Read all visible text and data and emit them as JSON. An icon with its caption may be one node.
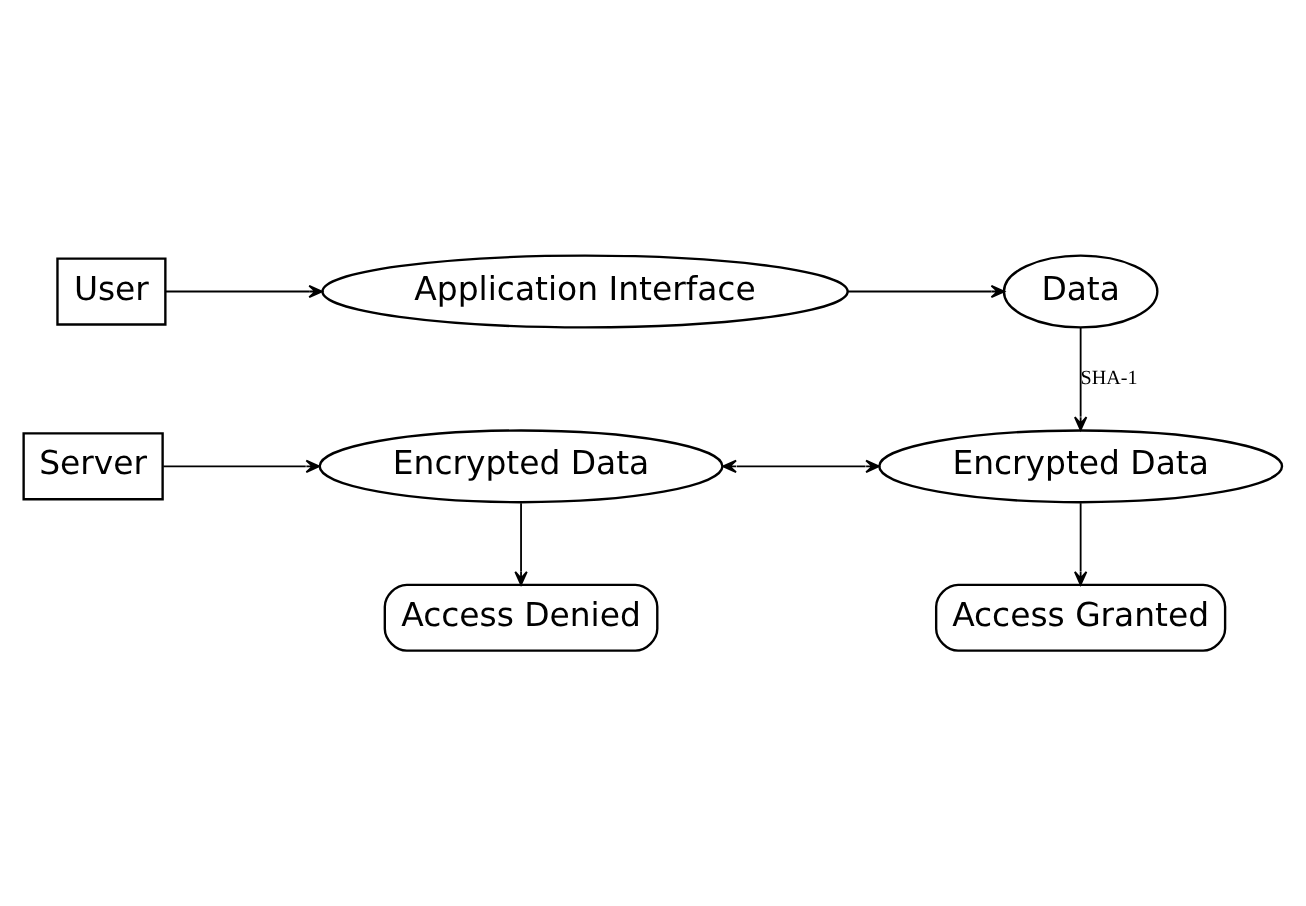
{
  "diagram": {
    "nodes": [
      {
        "text": [
          "User"
        ]
      },
      {
        "text": [
          "Application Interface"
        ]
      },
      {
        "text": [
          "Data"
        ]
      },
      {
        "text": [
          "Server"
        ]
      },
      {
        "text": [
          "Encrypted Data"
        ]
      },
      {
        "text": [
          "Encrypted Data"
        ]
      },
      {
        "text": [
          "Access Denied"
        ]
      },
      {
        "text": [
          "Access Granted"
        ]
      }
    ],
    "edges": [
      {
        "from": 0,
        "to": 1,
        "arrow": "to"
      },
      {
        "from": 1,
        "to": 2,
        "arrow": "to"
      },
      {
        "from": 2,
        "to": 5,
        "arrow": "to",
        "label": "SHA-1"
      },
      {
        "from": 3,
        "to": 4,
        "arrow": "to"
      },
      {
        "from": 4,
        "to": 5,
        "arrow": "both"
      },
      {
        "from": 4,
        "to": 6,
        "arrow": "to"
      },
      {
        "from": 5,
        "to": 7,
        "arrow": "to"
      }
    ]
  }
}
